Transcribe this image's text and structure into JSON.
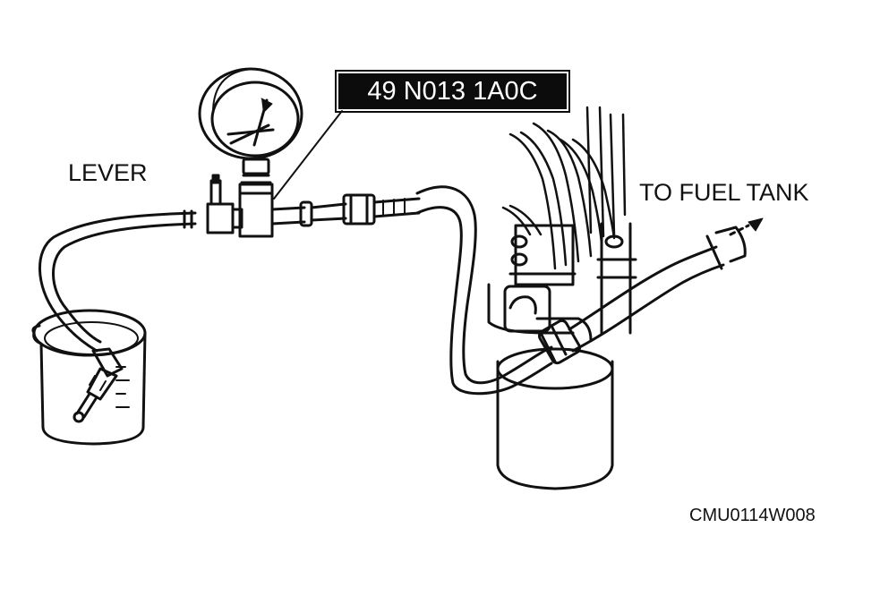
{
  "labels": {
    "lever": "LEVER",
    "to_fuel_tank": "TO FUEL TANK",
    "tool_part_number": "49 N013 1A0C",
    "figure_code": "CMU0114W008"
  },
  "colors": {
    "line": "#111111",
    "background": "#ffffff",
    "callout_fill": "#0c0c0c",
    "callout_text": "#ffffff"
  }
}
